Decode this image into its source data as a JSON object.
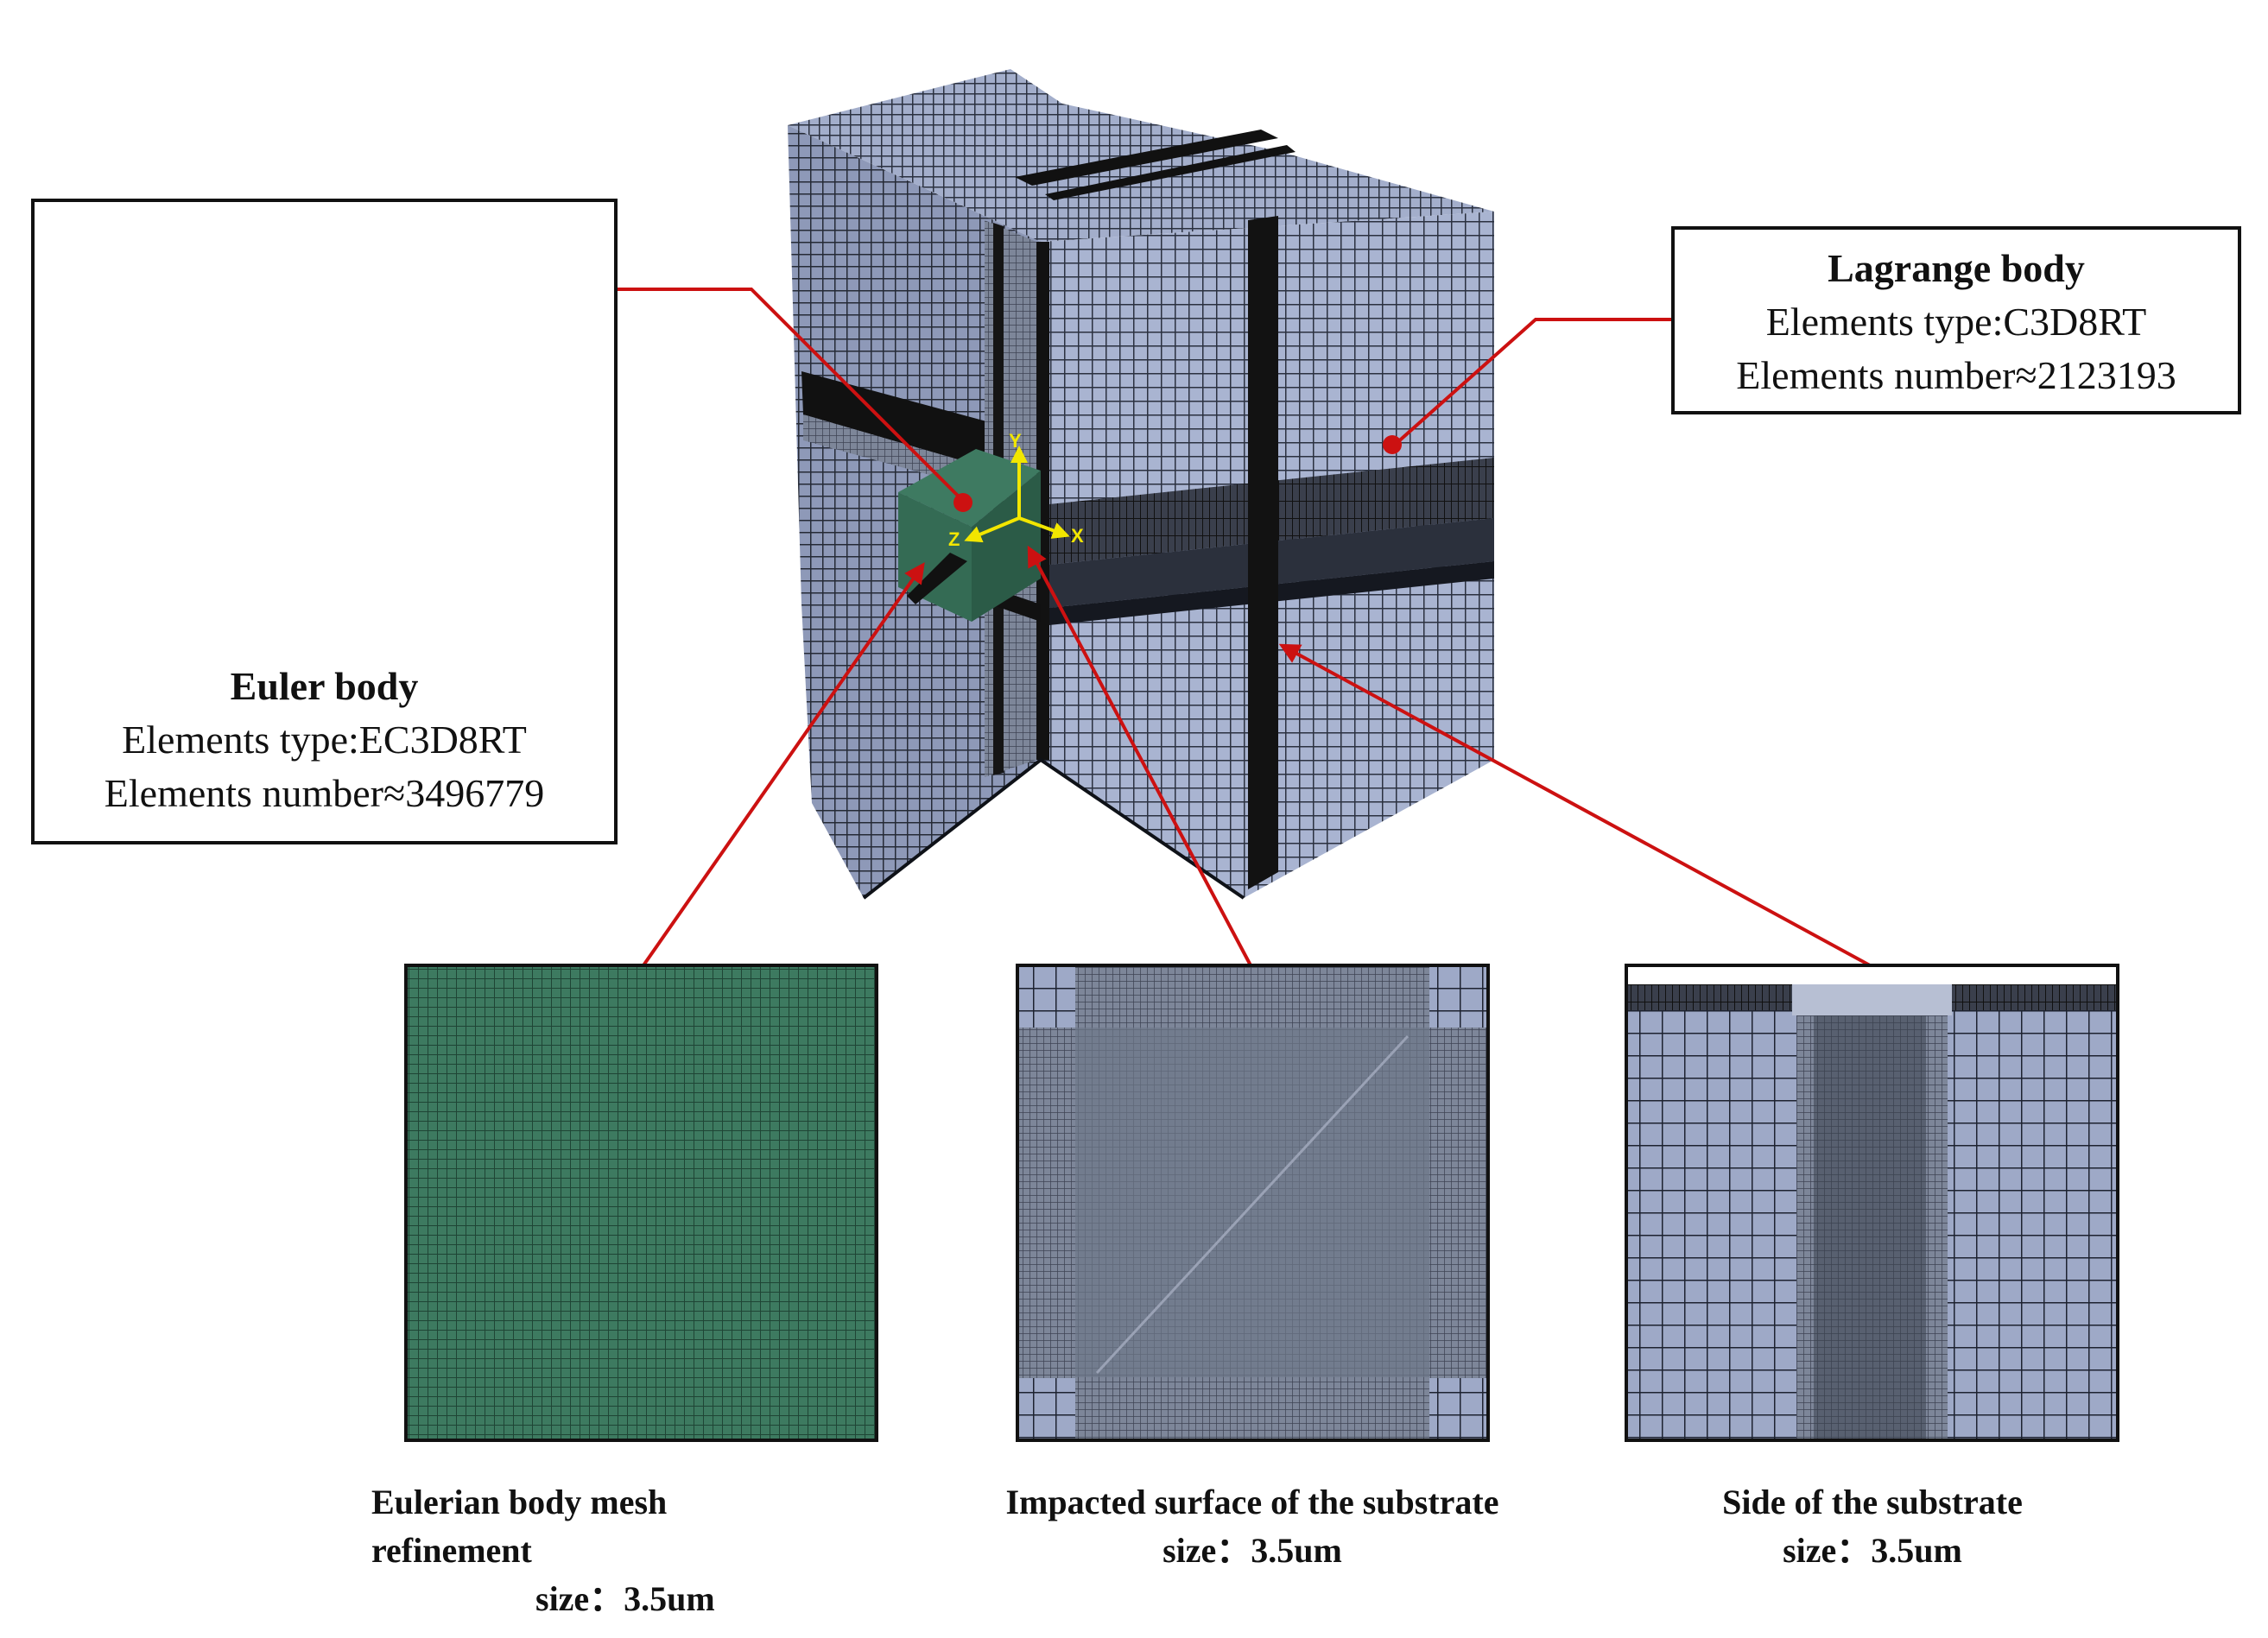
{
  "euler_body": {
    "title": "Euler body",
    "type_line": "Elements type:EC3D8RT",
    "number_line": "Elements number≈3496779"
  },
  "lagrange_body": {
    "title": "Lagrange body",
    "type_line": "Elements type:C3D8RT",
    "number_line": "Elements number≈2123193"
  },
  "axes": {
    "x": "X",
    "y": "Y",
    "z": "Z"
  },
  "panels": [
    {
      "caption_line1": "Eulerian body mesh",
      "caption_line2": "refinement",
      "size_label": "size：3.5um"
    },
    {
      "caption_line1": "Impacted surface of the substrate",
      "size_label": "size：3.5um"
    },
    {
      "caption_line1": "Side of the substrate",
      "size_label": "size：3.5um"
    }
  ],
  "colors": {
    "euler_green": "#3f7a62",
    "mesh_blue": "#9aa6c6",
    "mesh_line": "#2b3140",
    "callout_red": "#cc1111",
    "axis_yellow": "#f2e600"
  }
}
